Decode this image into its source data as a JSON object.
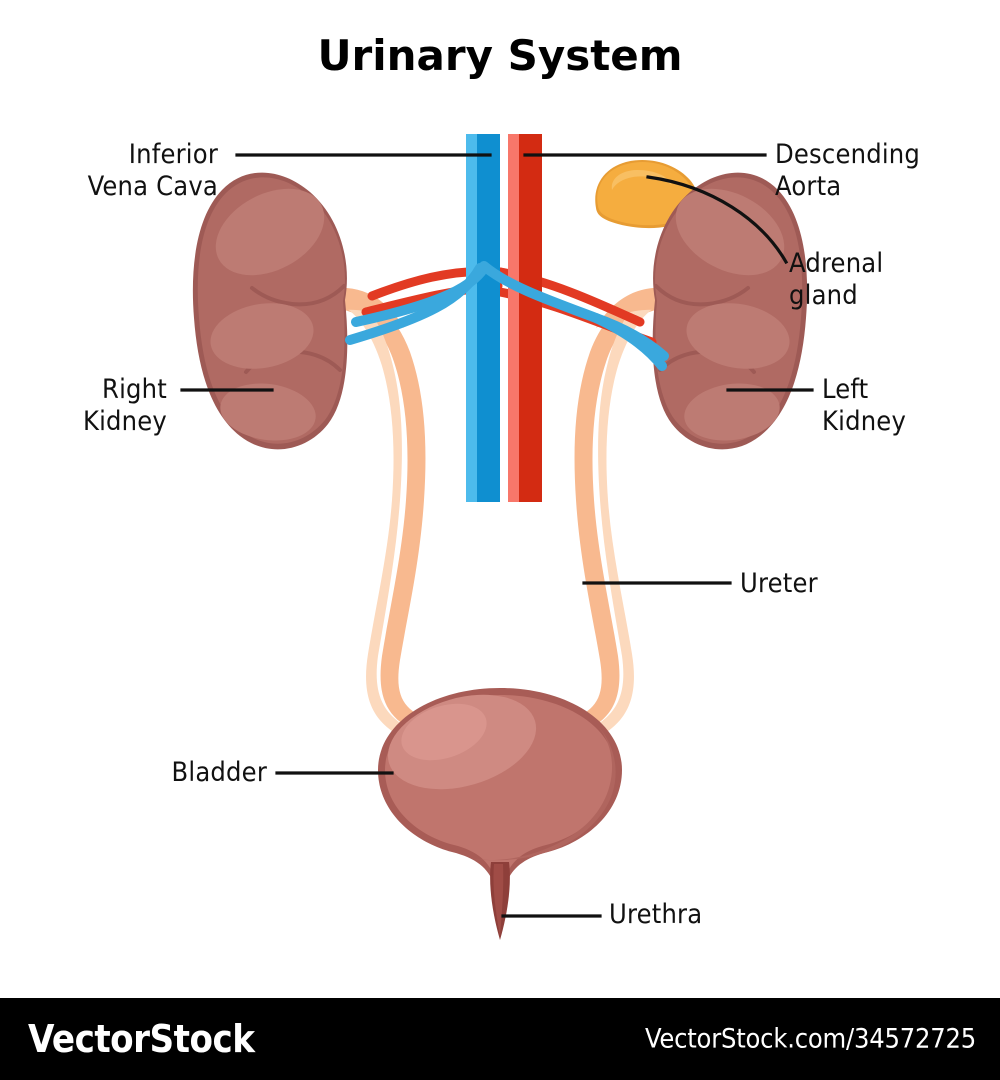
{
  "title": "Urinary System",
  "labels": {
    "inferior_vena_cava": "Inferior\nVena Cava",
    "descending_aorta": "Descending\nAorta",
    "adrenal_gland": "Adrenal\ngland",
    "right_kidney": "Right\nKidney",
    "left_kidney": "Left\nKidney",
    "ureter": "Ureter",
    "bladder": "Bladder",
    "urethra": "Urethra"
  },
  "footer": {
    "logo": "VectorStock",
    "url": "VectorStock.com/34572725"
  },
  "colors": {
    "background": "#ffffff",
    "footer_background": "#000000",
    "footer_text": "#ffffff",
    "title_text": "#000000",
    "label_text": "#111111",
    "leader_line": "#111111",
    "kidney_fill": "#b06a63",
    "kidney_outline": "#9e5a55",
    "kidney_highlight": "#bd7b73",
    "kidney_shadow": "#a05c56",
    "adrenal_fill": "#f5ad3f",
    "adrenal_highlight": "#f8bf62",
    "adrenal_shadow": "#e79c33",
    "vena_cava": "#0f8fd0",
    "vena_cava_light": "#4dbbec",
    "aorta": "#d32b12",
    "aorta_light": "#f8776a",
    "renal_artery": "#e23a23",
    "renal_vein": "#3aa8dd",
    "ureter_outer": "#f8b98f",
    "ureter_inner": "#fcd9bd",
    "bladder_fill": "#c0756d",
    "bladder_rim": "#a85c56",
    "bladder_highlight": "#cf8a82",
    "urethra": "#8e3f3a"
  },
  "organs": [
    "right-kidney",
    "left-kidney",
    "adrenal-gland",
    "inferior-vena-cava",
    "descending-aorta",
    "renal-arteries",
    "renal-veins",
    "left-ureter",
    "right-ureter",
    "bladder",
    "urethra"
  ]
}
